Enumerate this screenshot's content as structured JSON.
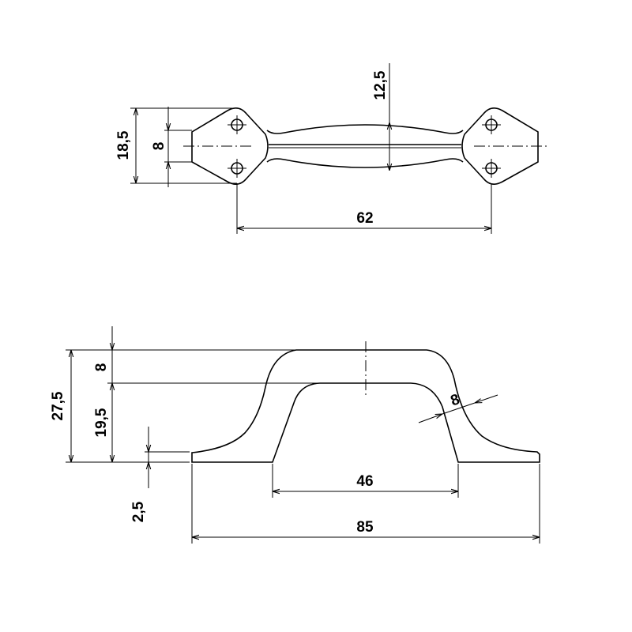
{
  "drawing": {
    "top_view": {
      "overall_width": "18,5",
      "hole_spacing_vertical": "8",
      "bar_width": "12,5",
      "hole_spacing_horizontal": "62"
    },
    "side_view": {
      "total_height": "27,5",
      "grip_thickness": "8",
      "inner_clearance": "19,5",
      "base_thickness": "2,5",
      "inner_span": "46",
      "overall_length": "85",
      "leg_thickness": "8"
    }
  }
}
